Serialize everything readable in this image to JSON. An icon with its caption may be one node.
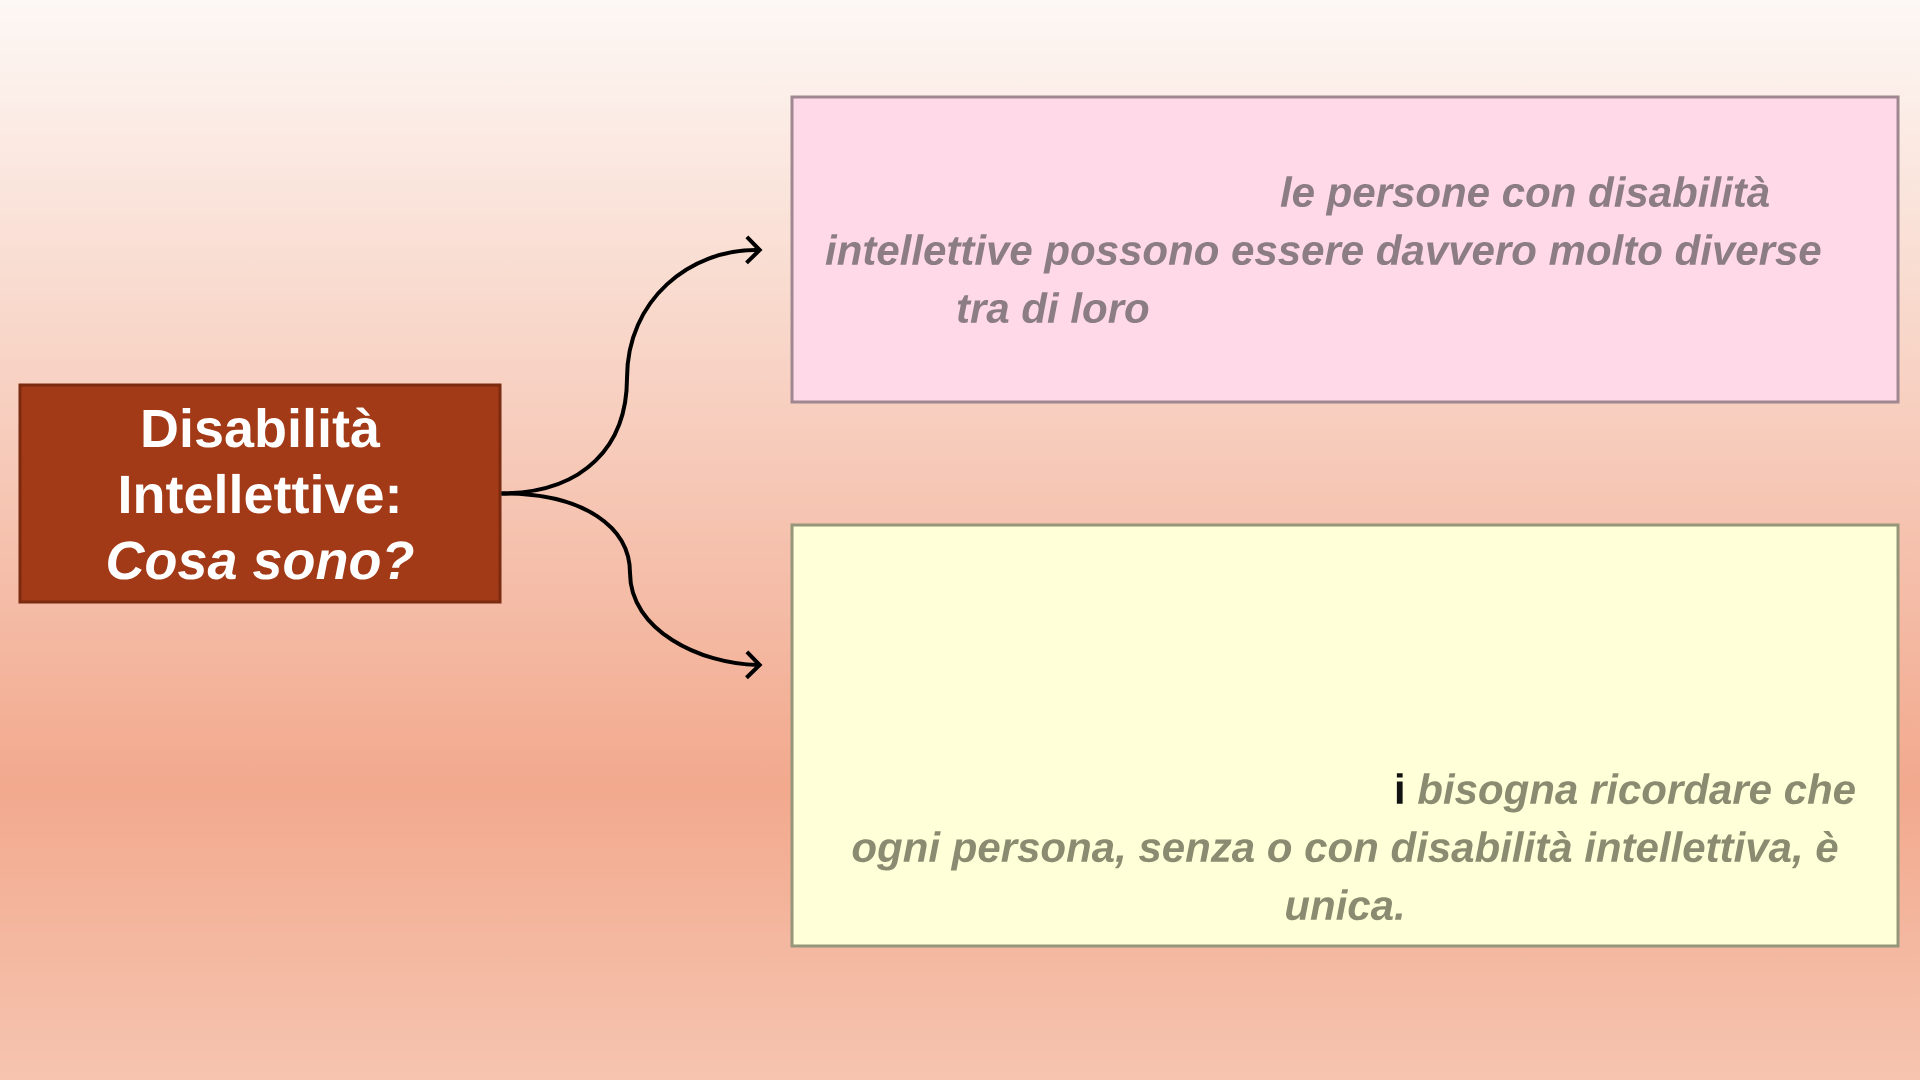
{
  "diagram": {
    "nodes": [
      {
        "text": [
          "Disabilità Intellettive: *Cosa sono?*"
        ]
      },
      {
        "text": [
          "le persone con disabilità intellettive possono essere davvero molto diverse tra di loro"
        ]
      },
      {
        "text": [
          "i",
          "bisogna ricordare che ogni persona, senza o con disabilità intellettiva, è unica."
        ]
      }
    ],
    "edges": [
      {
        "from": 0,
        "to": 1,
        "arrow": "to"
      },
      {
        "from": 0,
        "to": 2,
        "arrow": "to"
      }
    ]
  }
}
